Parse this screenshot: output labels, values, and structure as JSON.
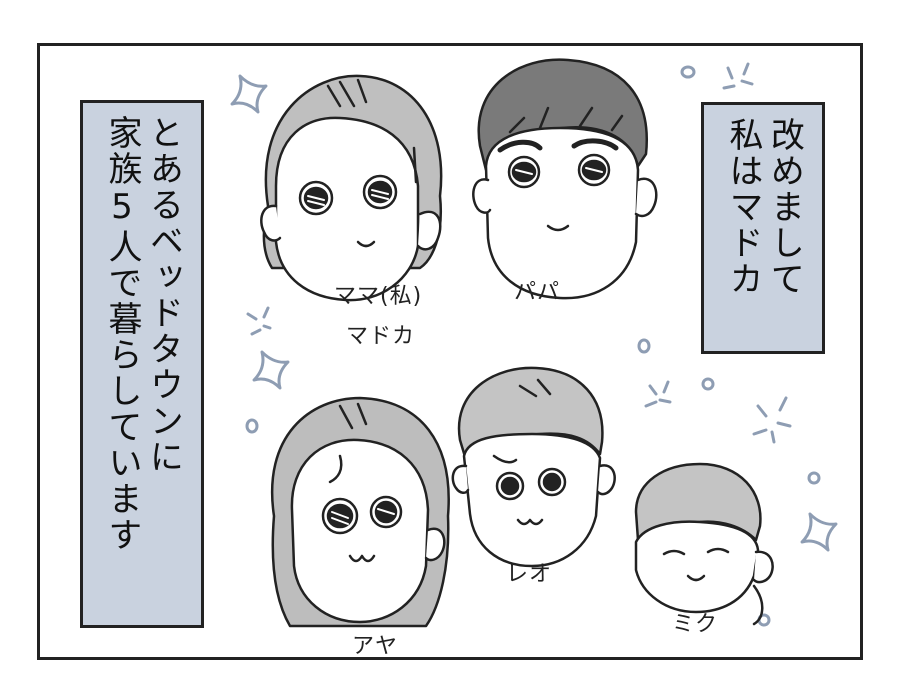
{
  "caption_left": {
    "lines": [
      "とあるベッドタウンに",
      "家族5人で暮らしています"
    ]
  },
  "caption_right": {
    "lines": [
      "改めまして",
      "私はマドカ"
    ]
  },
  "labels": {
    "mama_line1": "ママ(私)",
    "mama_line2": "マドカ",
    "papa": "パパ",
    "aya": "アヤ",
    "reo": "レオ",
    "miku": "ミク"
  },
  "colors": {
    "caption_bg": "#c9d2df",
    "hair_mama": "#bfbfbf",
    "hair_papa": "#7a7a7a",
    "hair_aya": "#bdbdbd",
    "hair_reo": "#c4c4c4",
    "hair_miku": "#c4c4c4",
    "sparkle": "#8e9db3"
  }
}
